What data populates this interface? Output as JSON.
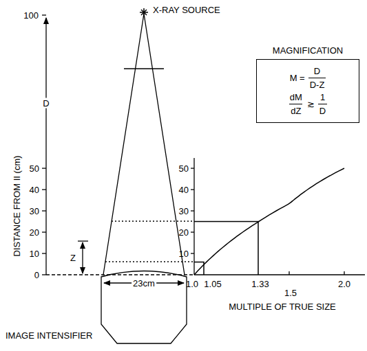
{
  "diagram": {
    "nodes": [
      {
        "text": [
          "MAGNIFICATION",
          "M =",
          "D",
          "D-Z",
          "dM",
          "dZ",
          "≳",
          "1",
          "D"
        ]
      }
    ],
    "labels": [
      "X-RAY SOURCE",
      "100",
      "D",
      "50",
      "40",
      "30",
      "20",
      "10",
      "0",
      "DISTANCE FROM II (cm)",
      "Z",
      "23cm",
      "IMAGE INTENSIFIER",
      "50",
      "40",
      "30",
      "20",
      "10",
      "1.0",
      "1.05",
      "1.33",
      "1.5",
      "2.0",
      "MULTIPLE OF TRUE SIZE"
    ]
  }
}
